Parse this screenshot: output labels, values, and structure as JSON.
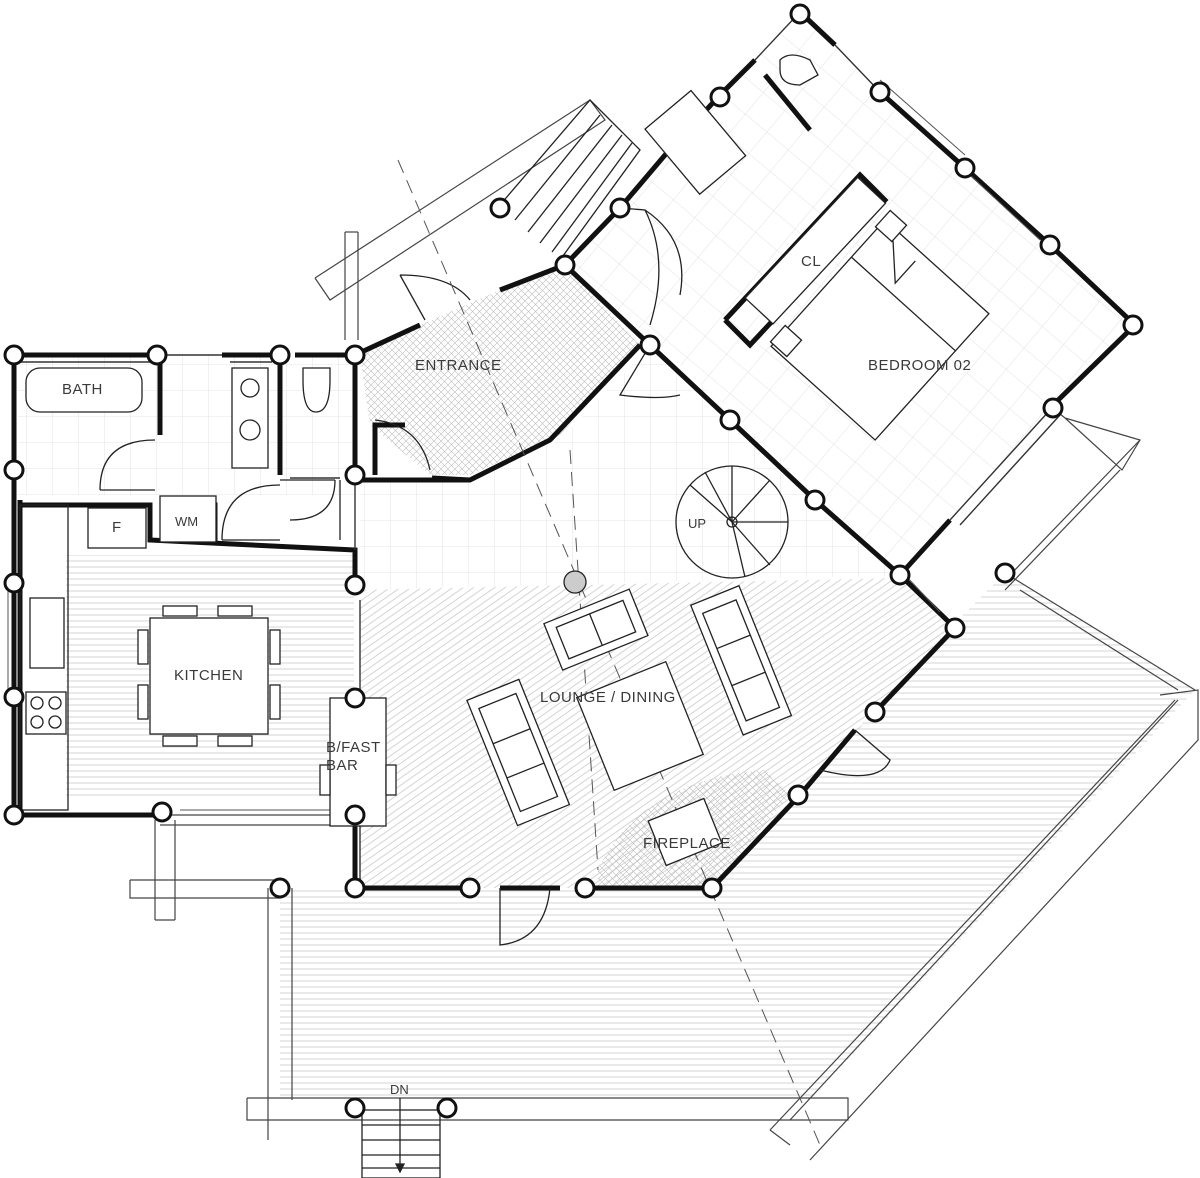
{
  "labels": {
    "bath": "BATH",
    "entrance": "ENTRANCE",
    "bedroom": "BEDROOM 02",
    "closet": "CL",
    "kitchen": "KITCHEN",
    "fridge": "F",
    "washer": "WM",
    "breakfast_bar_line1": "B/FAST",
    "breakfast_bar_line2": "BAR",
    "lounge": "LOUNGE / DINING",
    "fireplace": "FIREPLACE",
    "stair_up": "UP",
    "stair_down": "DN"
  }
}
